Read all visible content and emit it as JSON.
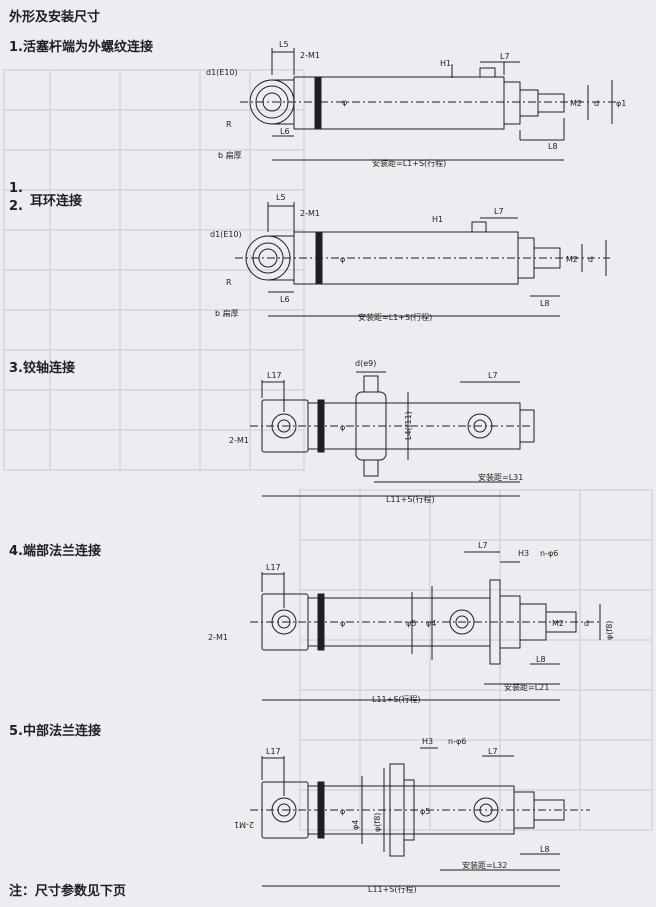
{
  "title": "外形及安装尺寸",
  "sections": {
    "s1": {
      "label": "1.活塞杆端为外螺纹连接"
    },
    "s2": {
      "num1": "1.",
      "num2": "2.",
      "label": "耳环连接"
    },
    "s3": {
      "label": "3.铰轴连接"
    },
    "s4": {
      "label": "4.端部法兰连接"
    },
    "s5": {
      "label": "5.中部法兰连接"
    }
  },
  "note": "注：尺寸参数见下页",
  "dims": {
    "L5": "L5",
    "L6": "L6",
    "L7": "L7",
    "L8": "L8",
    "L17": "L17",
    "two_m1": "2-M1",
    "H1": "H1",
    "H3": "H3",
    "d1_e10": "d1(E10)",
    "R": "R",
    "b_flat": "b 扁厚",
    "phi": "φ",
    "phi1": "φ1",
    "phi4": "φ4",
    "phi5": "φ5",
    "M2": "M2",
    "d": "d",
    "mount_l1": "安装距=L1+S(行程)",
    "d_e9": "d(e9)",
    "l4_f11": "L4(f11)",
    "mount_l31": "安装距=L31",
    "l11_s": "L11+S(行程)",
    "n_phi6": "n-φ6",
    "phi_f8": "φ(f8)",
    "mount_l21": "安装距=L21",
    "mount_l32": "安装距=L32"
  },
  "colors": {
    "background": "#ecedf0",
    "ink": "#1d1f24",
    "ghost": "#b9bcc4"
  }
}
